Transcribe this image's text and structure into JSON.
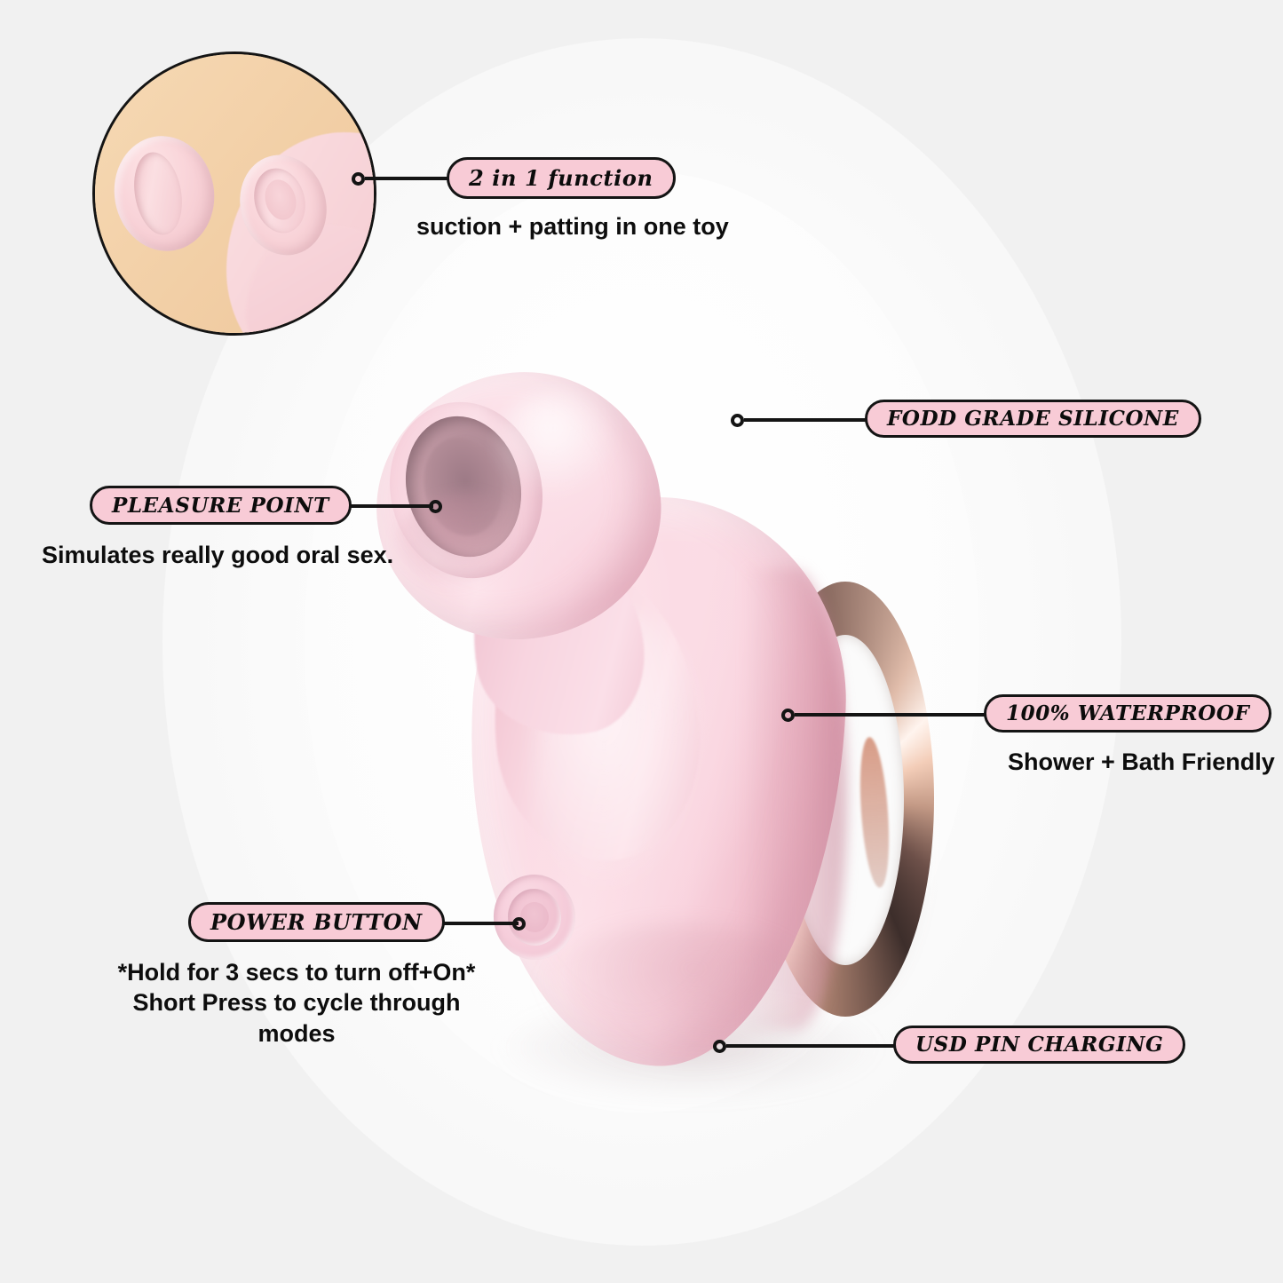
{
  "meta": {
    "title": "Suction Vibrator Feature Infographic",
    "background_color": "#f1f1f1",
    "badge_fill": "#f8cbd6",
    "badge_stroke": "#141414",
    "product_color": "#fbdce5",
    "accent_metal": "#e0b49c"
  },
  "inset": {
    "name": "2-in-1 head close-up",
    "background_color": "#f2cfa6"
  },
  "features": [
    {
      "id": "two-in-one",
      "badge": "2 in 1 function",
      "caption": "suction + patting in one toy"
    },
    {
      "id": "food-grade-silicone",
      "badge": "FODD GRADE SILICONE",
      "caption": ""
    },
    {
      "id": "pleasure-point",
      "badge": "PLEASURE POINT",
      "caption": "Simulates really good oral sex."
    },
    {
      "id": "waterproof",
      "badge": "100% WATERPROOF",
      "caption": "Shower + Bath Friendly"
    },
    {
      "id": "power-button",
      "badge": "POWER BUTTON",
      "caption": "*Hold for 3 secs to turn off+On*\nShort Press to cycle through modes"
    },
    {
      "id": "usb-charging",
      "badge": "USD PIN CHARGING",
      "caption": ""
    }
  ]
}
